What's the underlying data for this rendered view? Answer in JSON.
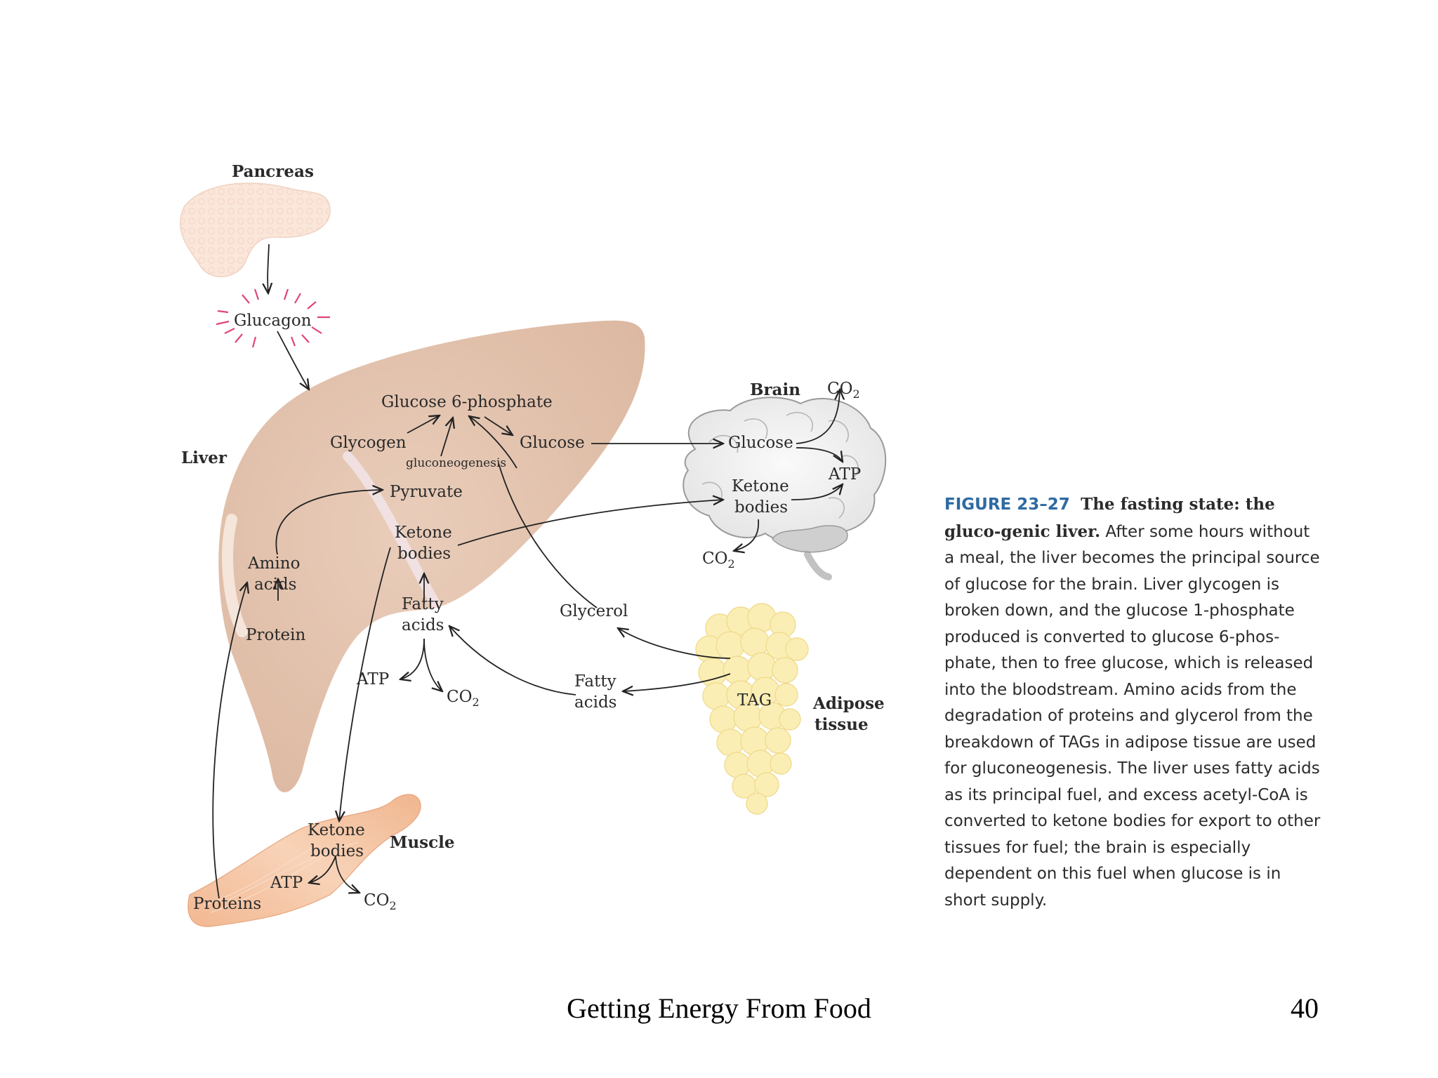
{
  "diagram": {
    "labels": {
      "pancreas": "Pancreas",
      "glucagon": "Glucagon",
      "liver": "Liver",
      "brain": "Brain",
      "muscle": "Muscle",
      "adipose_line1": "Adipose",
      "adipose_line2": "tissue",
      "glucose6p": "Glucose 6-phosphate",
      "glycogen": "Glycogen",
      "glucose_liver": "Glucose",
      "gluconeogenesis": "gluconeogenesis",
      "pyruvate": "Pyruvate",
      "amino_line1": "Amino",
      "amino_line2": "acids",
      "protein": "Protein",
      "ketone_liver_line1": "Ketone",
      "ketone_liver_line2": "bodies",
      "fatty_liver_line1": "Fatty",
      "fatty_liver_line2": "acids",
      "atp_liver": "ATP",
      "co2_liver": "CO",
      "glucose_brain": "Glucose",
      "co2_brain_top": "CO",
      "atp_brain": "ATP",
      "ketone_brain_line1": "Ketone",
      "ketone_brain_line2": "bodies",
      "co2_brain_bottom": "CO",
      "glycerol": "Glycerol",
      "fatty_mid_line1": "Fatty",
      "fatty_mid_line2": "acids",
      "tag": "TAG",
      "ketone_muscle_line1": "Ketone",
      "ketone_muscle_line2": "bodies",
      "atp_muscle": "ATP",
      "proteins": "Proteins",
      "co2_muscle": "CO",
      "subscript_2": "2"
    },
    "colors": {
      "liver": "#e2c1ac",
      "pancreas": "#fbe7dc",
      "muscle": "#f5c7a6",
      "adipose": "#fbeeb4",
      "brain": "#eeeeee",
      "glucagon_burst": "#e0457a"
    }
  },
  "caption": {
    "figure_number": "FIGURE 23–27",
    "figure_title": "The fasting state: the gluco-genic liver.",
    "text": "After some hours without a meal, the liver becomes the principal source of glucose for the brain. Liver glycogen is broken down, and the glucose 1-phosphate produced is converted to glucose 6-phos-phate, then to free glucose, which is released into the bloodstream. Amino acids from the degradation of proteins and glycerol from the breakdown of TAGs in adipose tissue are used for gluconeogenesis. The liver uses fatty acids as its principal fuel, and excess acetyl-CoA is converted to ketone bodies for export to other tissues for fuel; the brain is especially dependent on this fuel when glucose is in short supply."
  },
  "footer": {
    "title": "Getting Energy From Food",
    "page_number": "40"
  }
}
